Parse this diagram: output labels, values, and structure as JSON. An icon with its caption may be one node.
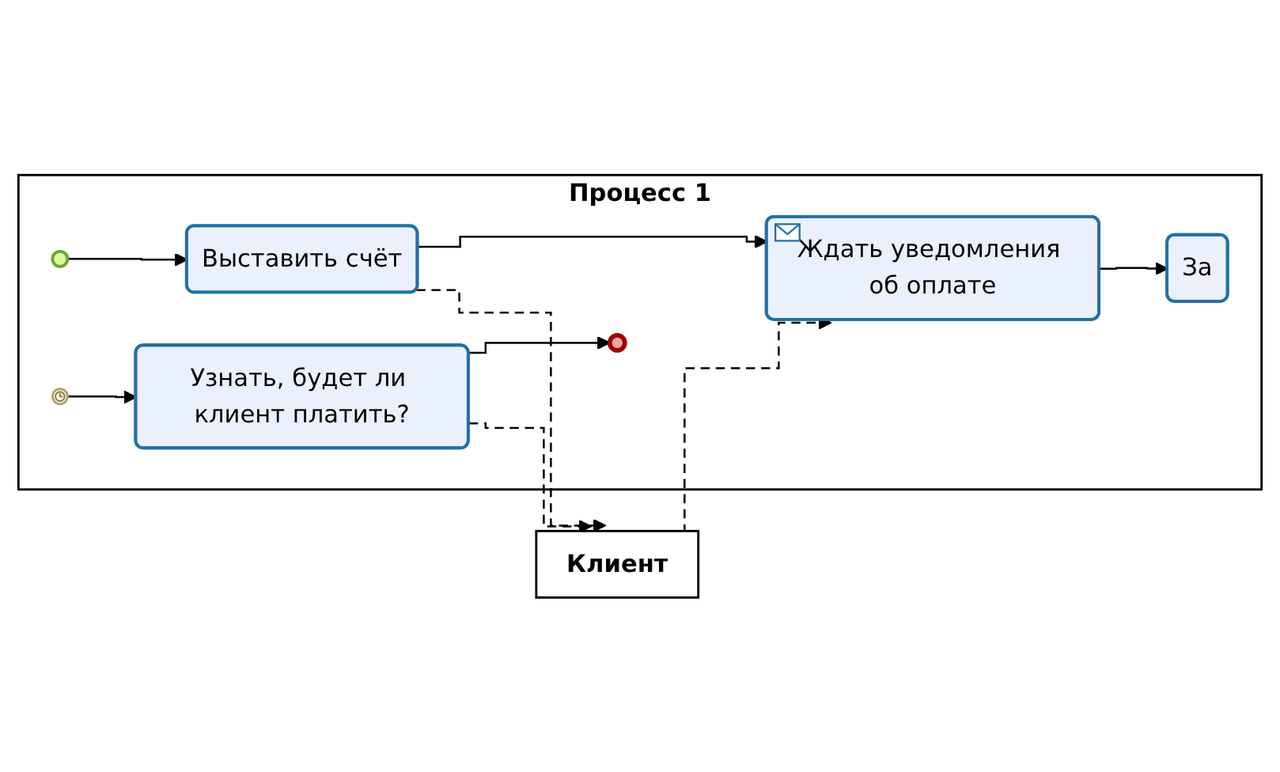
{
  "diagram": {
    "nodes": [
      {
        "text": [
          "Процесс 1"
        ]
      },
      {
        "text": [],
        "shape": "circle",
        "in": 0
      },
      {
        "text": [
          "Выставить счёт"
        ],
        "in": 0
      },
      {
        "text": [
          "Ждать уведомления об оплате"
        ],
        "in": 0
      },
      {
        "text": [],
        "shape": "circle",
        "in": 0
      },
      {
        "text": [
          "За"
        ],
        "in": 0
      },
      {
        "text": [
          "Узнать, будет ли клиент платить?"
        ],
        "in": 0
      },
      {
        "text": [],
        "shape": "circle",
        "in": 0
      },
      {
        "text": [
          "Клиент"
        ]
      }
    ],
    "edges": [
      {
        "from": 1,
        "to": 2,
        "arrow": "to"
      },
      {
        "from": 2,
        "to": 3,
        "arrow": "to"
      },
      {
        "from": 3,
        "to": 5,
        "arrow": "to"
      },
      {
        "from": 4,
        "to": 6,
        "arrow": "to"
      },
      {
        "from": 6,
        "to": 7,
        "arrow": "to"
      },
      {
        "from": 2,
        "to": 8,
        "arrow": "to",
        "style": "dashed"
      },
      {
        "from": 8,
        "to": 3,
        "arrow": "to",
        "style": "dashed"
      },
      {
        "from": 6,
        "to": 8,
        "arrow": "to",
        "style": "dashed"
      }
    ]
  }
}
